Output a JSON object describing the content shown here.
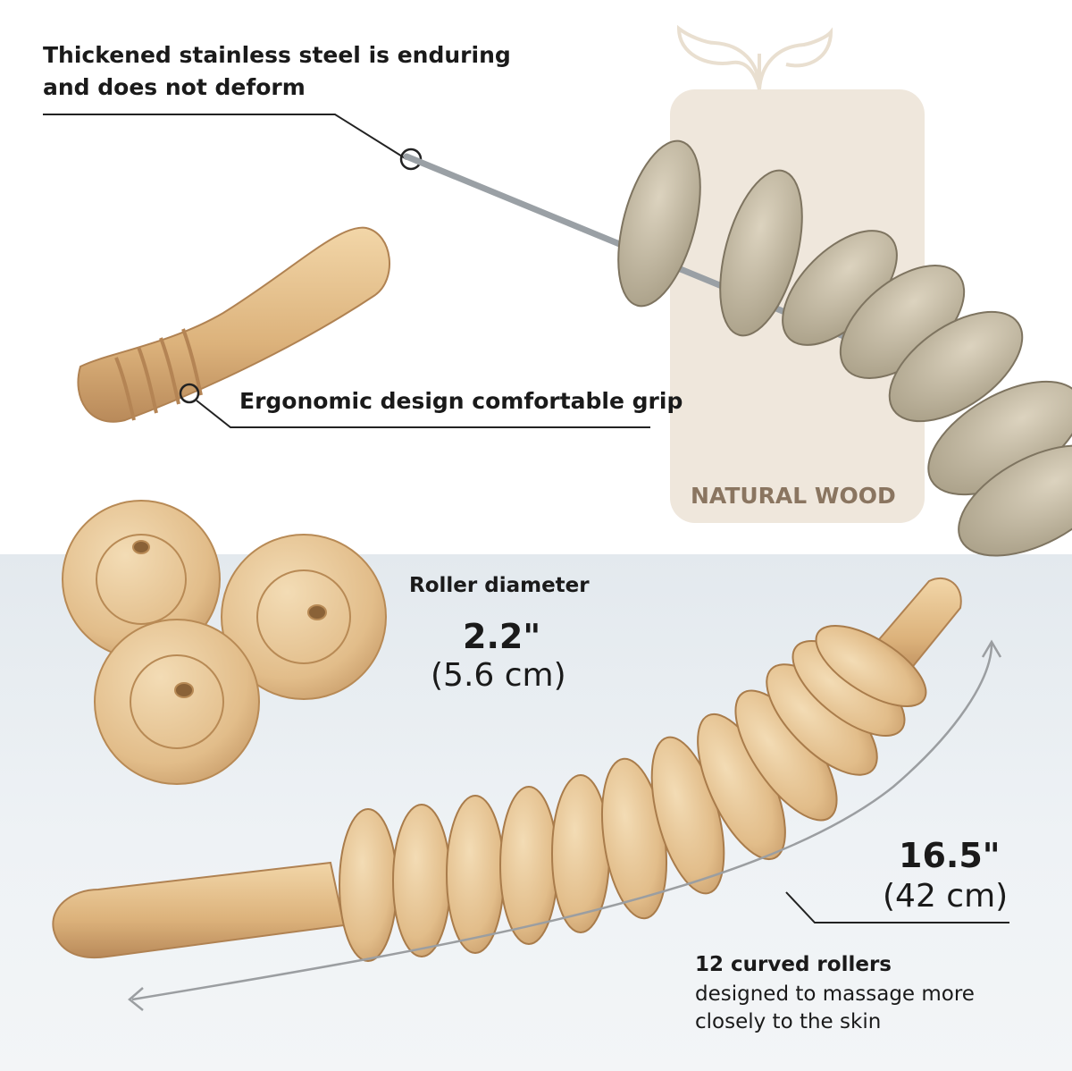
{
  "callouts": {
    "steel_line1": "Thickened stainless steel is enduring",
    "steel_line2": "and does not deform",
    "grip": "Ergonomic design comfortable grip",
    "natural_wood": "NATURAL WOOD"
  },
  "roller_diameter": {
    "label": "Roller diameter",
    "inches": "2.2\"",
    "cm": "(5.6 cm)"
  },
  "length": {
    "inches": "16.5\"",
    "cm": "(42 cm)"
  },
  "rollers": {
    "title": "12 curved rollers",
    "desc_line1": "designed to massage more",
    "desc_line2": "closely to the skin"
  },
  "icons": [
    "leaf-icon"
  ],
  "colors": {
    "panel": "#efe7dc",
    "wood_light": "#e8c89a",
    "wood_dark": "#b98a5a",
    "accent_text": "#8a7560"
  }
}
